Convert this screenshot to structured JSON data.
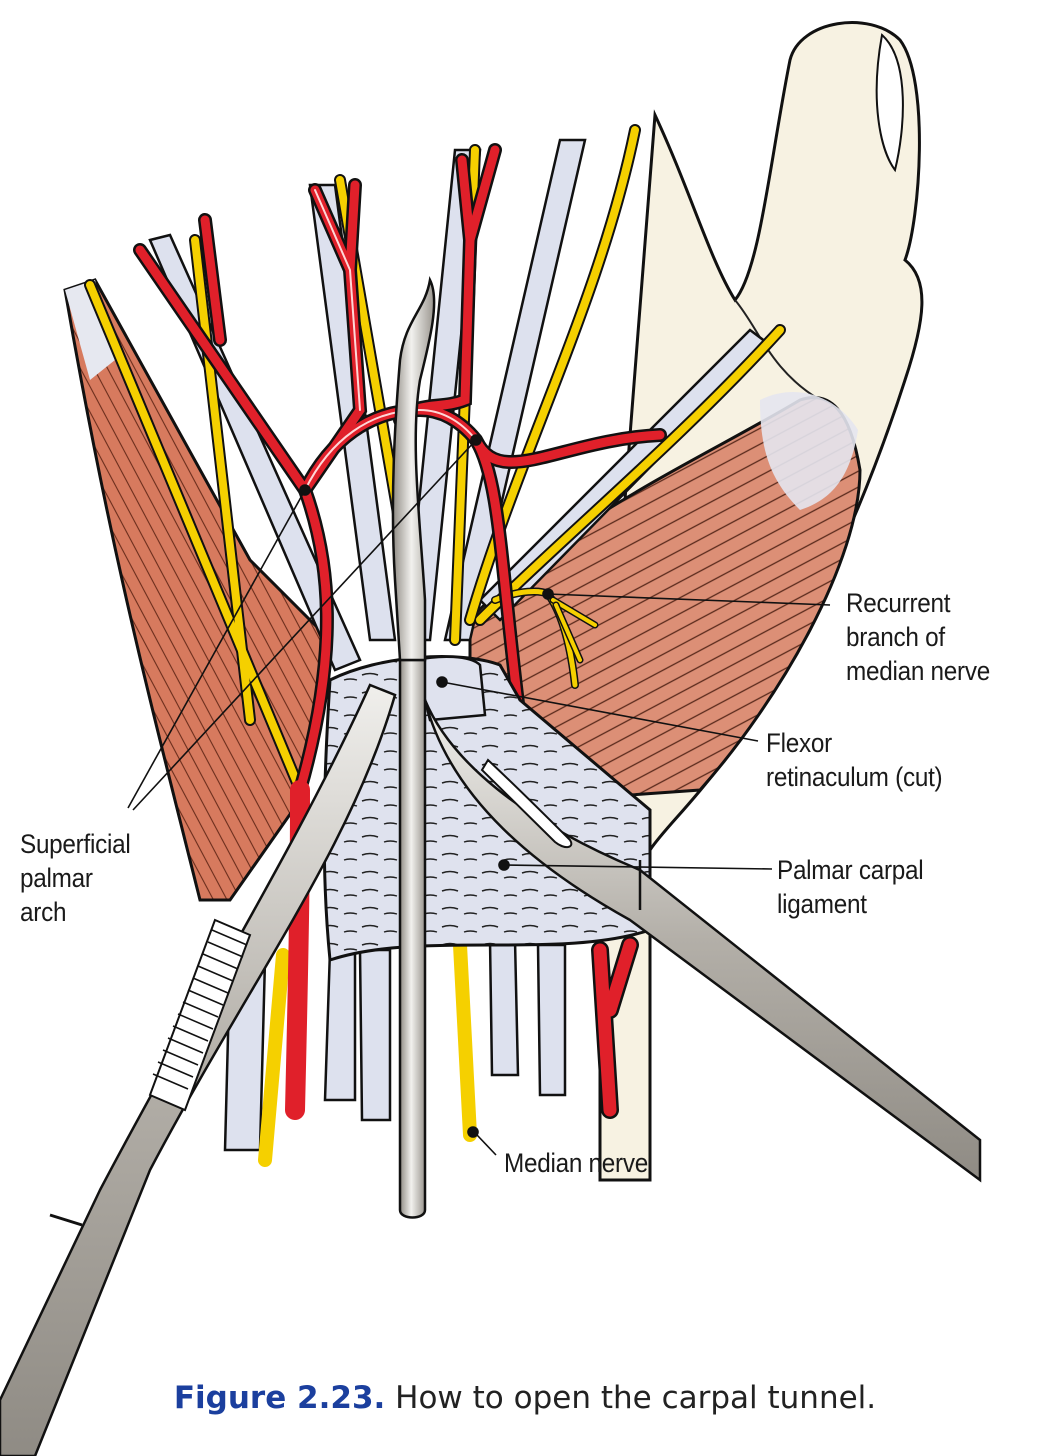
{
  "figure": {
    "subject": "Carpal tunnel release - palmar view of wrist",
    "labels": {
      "recurrent_branch": [
        "Recurrent",
        "branch of",
        "median nerve"
      ],
      "flexor_retinaculum": [
        "Flexor",
        "retinaculum (cut)"
      ],
      "palmar_carpal_ligament": [
        "Palmar carpal",
        "ligament"
      ],
      "superficial_palmar_arch": [
        "Superficial",
        "palmar",
        "arch"
      ],
      "median_nerve": "Median nerve"
    },
    "colors": {
      "artery": "#e0202a",
      "nerve": "#f5d000",
      "tendon": "#dde1ee",
      "muscle": "#dc8a70",
      "skin": "#f7f2e2",
      "instrument": "#a7a39c",
      "incision_line": "#1a2fb0",
      "caption_accent": "#1b3f9e"
    }
  },
  "caption": {
    "number": "Figure 2.23.",
    "text": "How to open the carpal tunnel."
  }
}
